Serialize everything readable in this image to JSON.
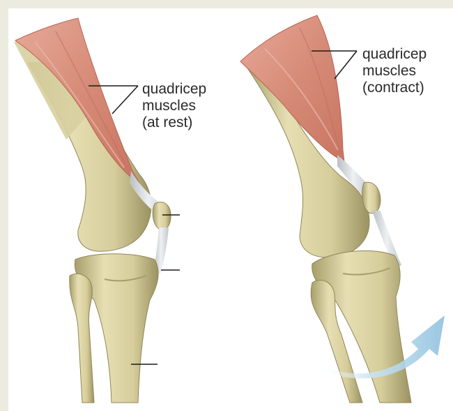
{
  "diagram": {
    "left_panel": {
      "label_lines": [
        "quadricep",
        "muscles",
        "(at rest)"
      ]
    },
    "right_panel": {
      "label_lines": [
        "quadricep",
        "muscles",
        "(contract)"
      ]
    }
  },
  "colors": {
    "background_strip": "#ecebdf",
    "bone": "#ddd5a6",
    "bone_shadow": "#a79e6b",
    "muscle": "#d98f7c",
    "muscle_dark": "#b86453",
    "tendon": "#d9dde0",
    "arrow": "#a9cfe6",
    "leader_line": "#1a1a1a"
  }
}
